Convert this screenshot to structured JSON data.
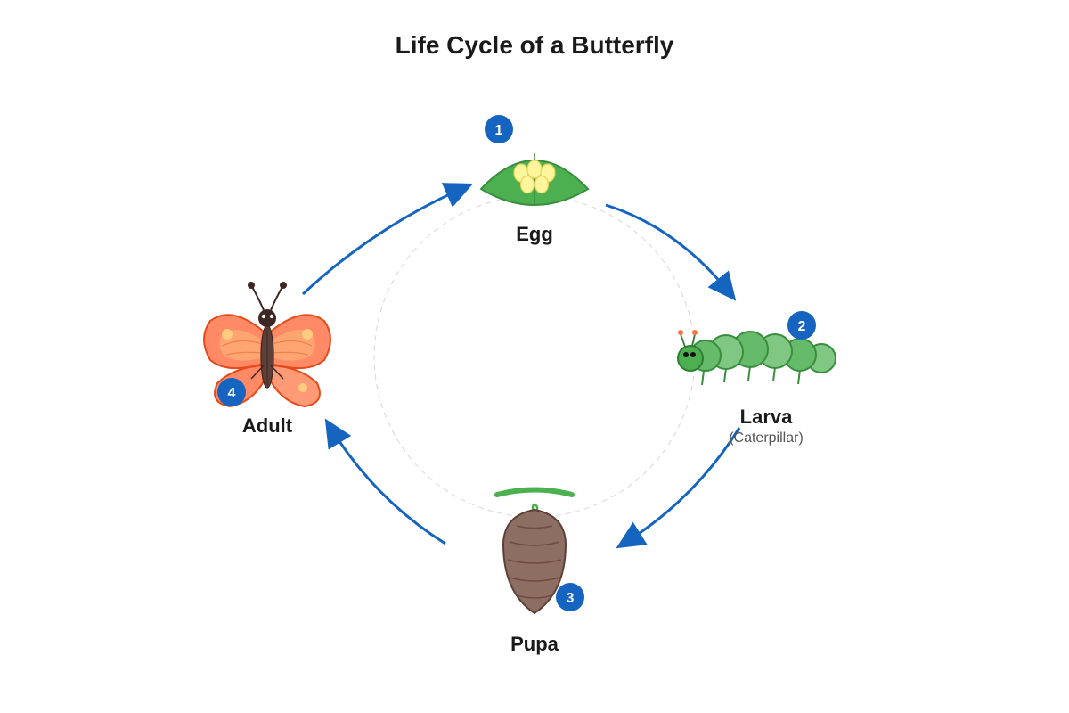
{
  "title": "Life Cycle of a Butterfly",
  "stages": [
    {
      "number": "1",
      "label": "Egg",
      "sublabel": ""
    },
    {
      "number": "2",
      "label": "Larva",
      "sublabel": "(Caterpillar)"
    },
    {
      "number": "3",
      "label": "Pupa",
      "sublabel": ""
    },
    {
      "number": "4",
      "label": "Adult",
      "sublabel": ""
    }
  ],
  "colors": {
    "arrow": "#1565C0",
    "badge": "#1565C0",
    "leaf": "#4CAF50",
    "egg": "#FFF59D",
    "caterpillar": "#66BB6A",
    "pupa": "#8D6E63",
    "wing": "#FF8A65",
    "guide_circle": "#dddddd"
  }
}
